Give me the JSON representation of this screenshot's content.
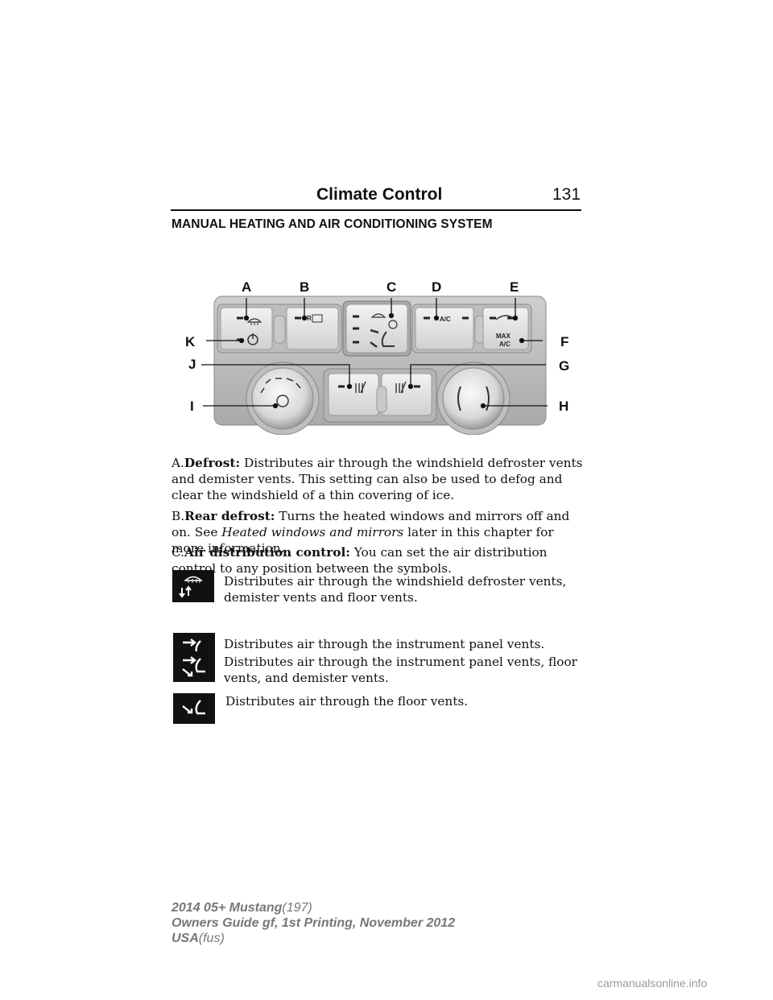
{
  "header": {
    "title": "Climate Control",
    "page_number": "131"
  },
  "section_heading": "MANUAL HEATING AND AIR CONDITIONING SYSTEM",
  "diagram": {
    "callouts": [
      "A",
      "B",
      "C",
      "D",
      "E",
      "F",
      "G",
      "H",
      "I",
      "J",
      "K"
    ],
    "buttons": {
      "rear_defrost_mark": "R",
      "ac": "A/C",
      "max_line1": "MAX",
      "max_line2": "A/C"
    }
  },
  "items": [
    {
      "prefix": "A.",
      "label": "Defrost:",
      "text": " Distributes air through the windshield defroster vents and demister vents. This setting can also be used to defog and clear the windshield of a thin covering of ice."
    },
    {
      "prefix": "B.",
      "label": "Rear defrost:",
      "text": " Turns the heated windows and mirrors off and on. See ",
      "italic": "Heated windows and mirrors",
      "text2": " later in this chapter for more information."
    },
    {
      "prefix": "C.",
      "label": "Air distribution control:",
      "text": " You can set the air distribution control to any position between the symbols."
    }
  ],
  "modes": [
    {
      "icon": "defrost-floor-icon",
      "text": "Distributes air through the windshield defroster vents, demister vents and floor vents."
    },
    {
      "icon": "panel-vent-icon",
      "text": "Distributes air through the instrument panel vents."
    },
    {
      "icon": "panel-floor-icon",
      "text": "Distributes air through the instrument panel vents, floor vents, and demister vents."
    },
    {
      "icon": "floor-vent-icon",
      "text": "Distributes air through the floor vents."
    }
  ],
  "footer": {
    "line1_bold": "2014 05+ Mustang",
    "line1_rest": "(197)",
    "line2": "Owners Guide gf, 1st Printing, November 2012",
    "line3_bold": "USA",
    "line3_rest": "(fus)"
  },
  "watermark": "carmanualsonline.info"
}
